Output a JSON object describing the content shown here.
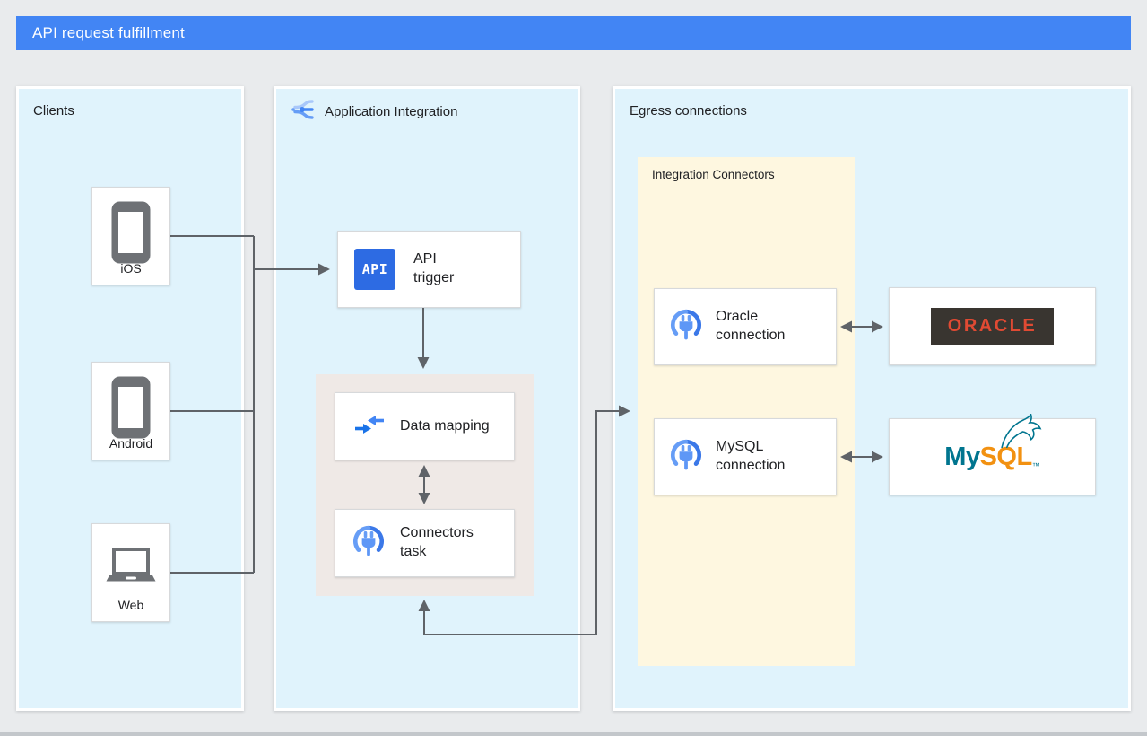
{
  "header": {
    "title": "API request fulfillment"
  },
  "clients": {
    "title": "Clients",
    "items": [
      {
        "label": "iOS",
        "icon": "smartphone-icon"
      },
      {
        "label": "Android",
        "icon": "smartphone-icon"
      },
      {
        "label": "Web",
        "icon": "laptop-icon"
      }
    ]
  },
  "app_integration": {
    "title": "Application Integration",
    "icon": "application-integration-icon",
    "api_trigger": {
      "icon_text": "API",
      "label": "API trigger"
    },
    "data_mapping": {
      "label": "Data mapping",
      "icon": "data-mapping-icon"
    },
    "connectors_task": {
      "label": "Connectors task",
      "icon": "integration-connector-icon"
    }
  },
  "egress": {
    "title": "Egress connections",
    "integration_connectors": {
      "title": "Integration Connectors",
      "oracle_connection": {
        "label": "Oracle connection",
        "icon": "integration-connector-icon"
      },
      "mysql_connection": {
        "label": "MySQL connection",
        "icon": "integration-connector-icon"
      }
    },
    "oracle_logo": {
      "text": "ORACLE"
    },
    "mysql_logo": {
      "text_my": "My",
      "text_sql": "SQL",
      "trademark": "™"
    }
  },
  "colors": {
    "page_bg": "#E9EBED",
    "header_bg": "#4285F4",
    "panel_bg": "#E0F3FC",
    "subgroup_grey": "#EFE9E6",
    "subgroup_yellow": "#FEF7E0",
    "connector_line": "#5F6368",
    "card_border": "#D7D9DB",
    "api_icon_blue": "#2D6BE3",
    "google_blue": "#4285F4",
    "device_icon_grey": "#6E7175",
    "oracle_red": "#E04A33",
    "oracle_badge_bg": "#393530",
    "mysql_teal": "#00758F",
    "mysql_orange": "#F29111"
  }
}
